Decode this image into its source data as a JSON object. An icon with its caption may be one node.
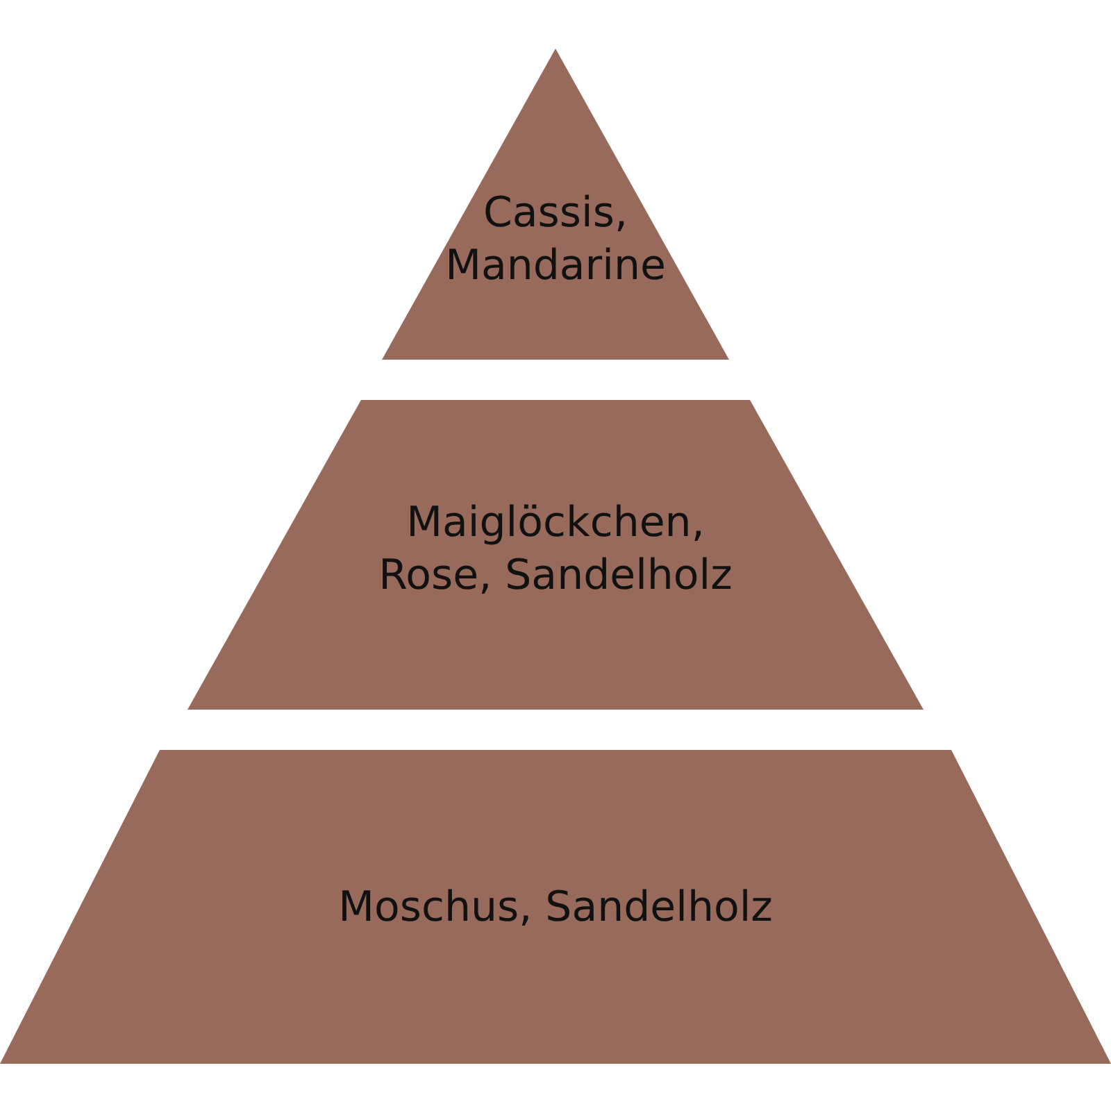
{
  "diagram": {
    "nodes": [
      {
        "text": [
          "Cassis, Mandarine"
        ]
      },
      {
        "text": [
          "Maiglöckchen, Rose, Sandelholz"
        ]
      },
      {
        "text": [
          "Moschus, Sandelholz"
        ]
      }
    ]
  }
}
